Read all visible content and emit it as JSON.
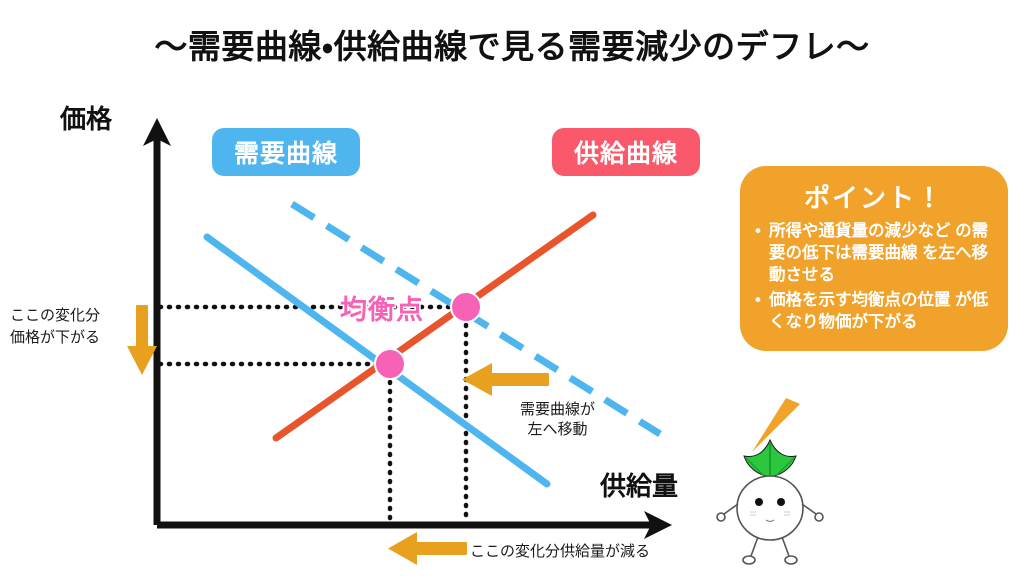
{
  "title": "〜需要曲線・供給曲線で見る需要減少のデフレ〜",
  "axes": {
    "y_label": "価格",
    "x_label": "供給量"
  },
  "badges": {
    "demand": {
      "label": "需要曲線",
      "color": "#4FB5EE"
    },
    "supply": {
      "label": "供給曲線",
      "color": "#F9596A"
    }
  },
  "equilibrium": {
    "label": "均衡点",
    "color": "#F662B6"
  },
  "annotations": {
    "price_change": "ここの変化分\n価格が下がる",
    "price_change_line1": "ここの変化分",
    "price_change_line2": "価格が下がる",
    "demand_shift_line1": "需要曲線が",
    "demand_shift_line2": "左へ移動",
    "quantity_change": "ここの変化分供給量が減る"
  },
  "point_box": {
    "title": "ポイント！",
    "background": "#F0A22A",
    "items": [
      "所得や通貨量の減少など\nの需要の低下は需要曲線\nを左へ移動させる",
      "価格を示す均衡点の位置\nが低くなり物価が下がる"
    ],
    "item1_line1": "所得や通貨量の減少など",
    "item1_line2": "の需要の低下は需要曲線",
    "item1_line3": "を左へ移動させる",
    "item2_line1": "価格を示す均衡点の位置",
    "item2_line2": "が低くなり物価が下がる"
  },
  "colors": {
    "demand_curve": "#4FB5EE",
    "supply_curve": "#E8542B",
    "equilibrium_dot": "#F662B6",
    "arrow": "#E8A11E",
    "axis": "#111111",
    "guide_line": "#111111"
  },
  "chart_data": {
    "type": "line",
    "title": "〜需要曲線・供給曲線で見る需要減少のデフレ〜",
    "xlabel": "供給量",
    "ylabel": "価格",
    "grid": false,
    "legend": [
      "需要曲線",
      "供給曲線"
    ],
    "series": [
      {
        "name": "需要曲線（移動後）",
        "style": "solid",
        "color": "#4FB5EE",
        "x": [
          208,
          545
        ],
        "y": [
          238,
          482
        ]
      },
      {
        "name": "需要曲線（移動前）",
        "style": "dashed",
        "color": "#4FB5EE",
        "x": [
          292,
          658
        ],
        "y": [
          204,
          432
        ]
      },
      {
        "name": "供給曲線",
        "style": "solid",
        "color": "#E8542B",
        "x": [
          276,
          592
        ],
        "y": [
          437,
          216
        ]
      }
    ],
    "points": [
      {
        "label": "均衡点（移動後）",
        "x": 390,
        "y": 364,
        "color": "#F662B6"
      },
      {
        "label": "均衡点（移動前）",
        "x": 466,
        "y": 307,
        "color": "#F662B6"
      }
    ],
    "annotations": [
      {
        "text": "ここの変化分 価格が下がる",
        "x": 10,
        "y": 305,
        "arrow": "down"
      },
      {
        "text": "需要曲線が 左へ移動",
        "x": 520,
        "y": 400,
        "arrow": "left"
      },
      {
        "text": "ここの変化分供給量が減る",
        "x": 470,
        "y": 541,
        "arrow": "left"
      }
    ]
  }
}
